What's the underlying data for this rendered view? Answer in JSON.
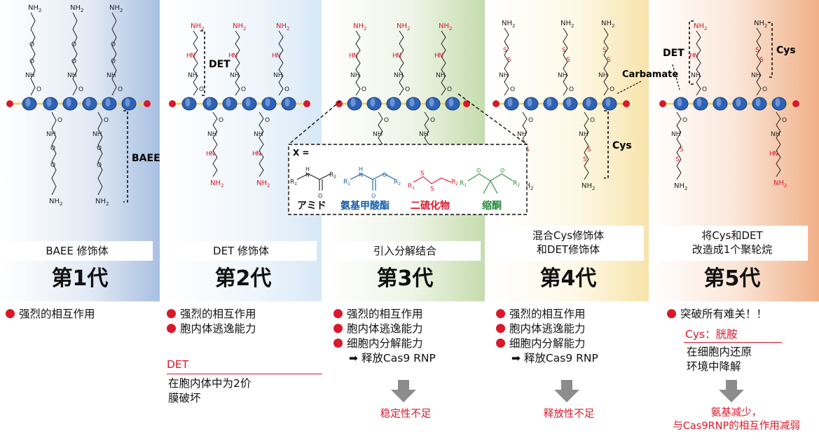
{
  "generations": [
    {
      "title": "第1代",
      "label": "BAEE 修饰体",
      "bullets": [
        "强烈的相互作用"
      ]
    },
    {
      "title": "第2代",
      "label": "DET 修饰体",
      "bullets": [
        "强烈的相互作用",
        "胞内体逃逸能力"
      ],
      "note_head": "DET",
      "note_body": [
        "在胞内体中为2价",
        "膜破坏"
      ]
    },
    {
      "title": "第3代",
      "label": "引入分解结合",
      "bullets": [
        "强烈的相互作用",
        "胞内体逃逸能力",
        "细胞内分解能力"
      ],
      "arrow": "释放Cas9 RNP",
      "problem": "稳定性不足"
    },
    {
      "title": "第4代",
      "label_lines": [
        "混合Cys修饰体",
        "和DET修饰体"
      ],
      "bullets": [
        "强烈的相互作用",
        "胞内体逃逸能力",
        "细胞内分解能力"
      ],
      "arrow": "释放Cas9 RNP",
      "problem": "释放性不足"
    },
    {
      "title": "第5代",
      "label_lines": [
        "将Cys和DET",
        "改造成1个聚轮烷"
      ],
      "bullets": [
        "突破所有难关！！"
      ],
      "note_head": "Cys：胱胺",
      "note_body": [
        "在细胞内还原",
        "环境中降解"
      ],
      "problem_lines": [
        "氨基减少，",
        "与Cas9RNP的相互作用减弱"
      ]
    }
  ],
  "structure_labels": {
    "baee": "BAEE",
    "det": "DET",
    "cys": "Cys",
    "carbamate": "Carbamate",
    "x_eq": "X =",
    "nh2": "NH",
    "sub2": "2",
    "nh": "NH",
    "h": "H",
    "n": "N",
    "o": "O",
    "s": "S",
    "r1": "R",
    "r2": "R",
    "sub1": "1"
  },
  "legend": {
    "amide": "アミド",
    "carbamate": "氨基甲酸酯",
    "disulfide": "二硫化物",
    "ketal": "缩酮"
  },
  "colors": {
    "red": "#d7192a",
    "blue": "#1b5eaa",
    "green": "#2b8a3e",
    "ring": "#2f62b4",
    "axis": "#f3d23a"
  }
}
